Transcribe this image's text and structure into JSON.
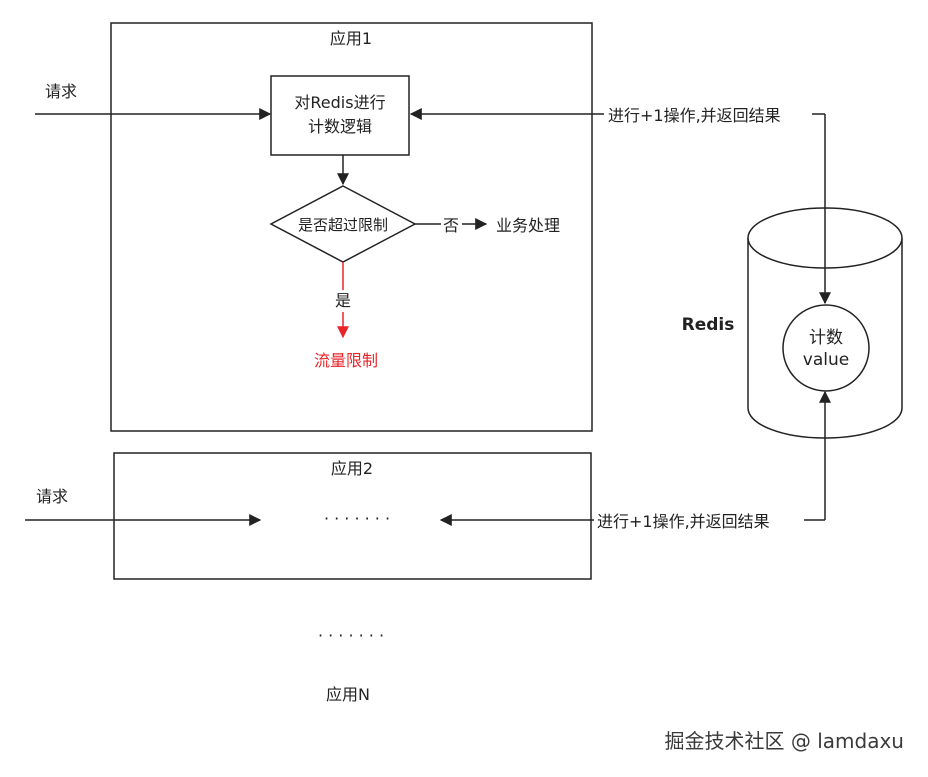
{
  "app1": {
    "title": "应用1",
    "request": "请求",
    "logic_line1": "对Redis进行",
    "logic_line2": "计数逻辑",
    "decision": "是否超过限制",
    "no_label": "否",
    "yes_label": "是",
    "no_result": "业务处理",
    "yes_result": "流量限制",
    "redis_arrow": "进行+1操作,并返回结果"
  },
  "app2": {
    "title": "应用2",
    "request": "请求",
    "dots": "· · · · · · ·",
    "redis_arrow": "进行+1操作,并返回结果"
  },
  "appN": {
    "dots": "· · · · · · ·",
    "title": "应用N"
  },
  "redis": {
    "label": "Redis",
    "counter_line1": "计数",
    "counter_line2": "value"
  },
  "watermark": "掘金技术社区 @ lamdaxu",
  "colors": {
    "line": "#222222",
    "limit_red": "#e8262a"
  }
}
